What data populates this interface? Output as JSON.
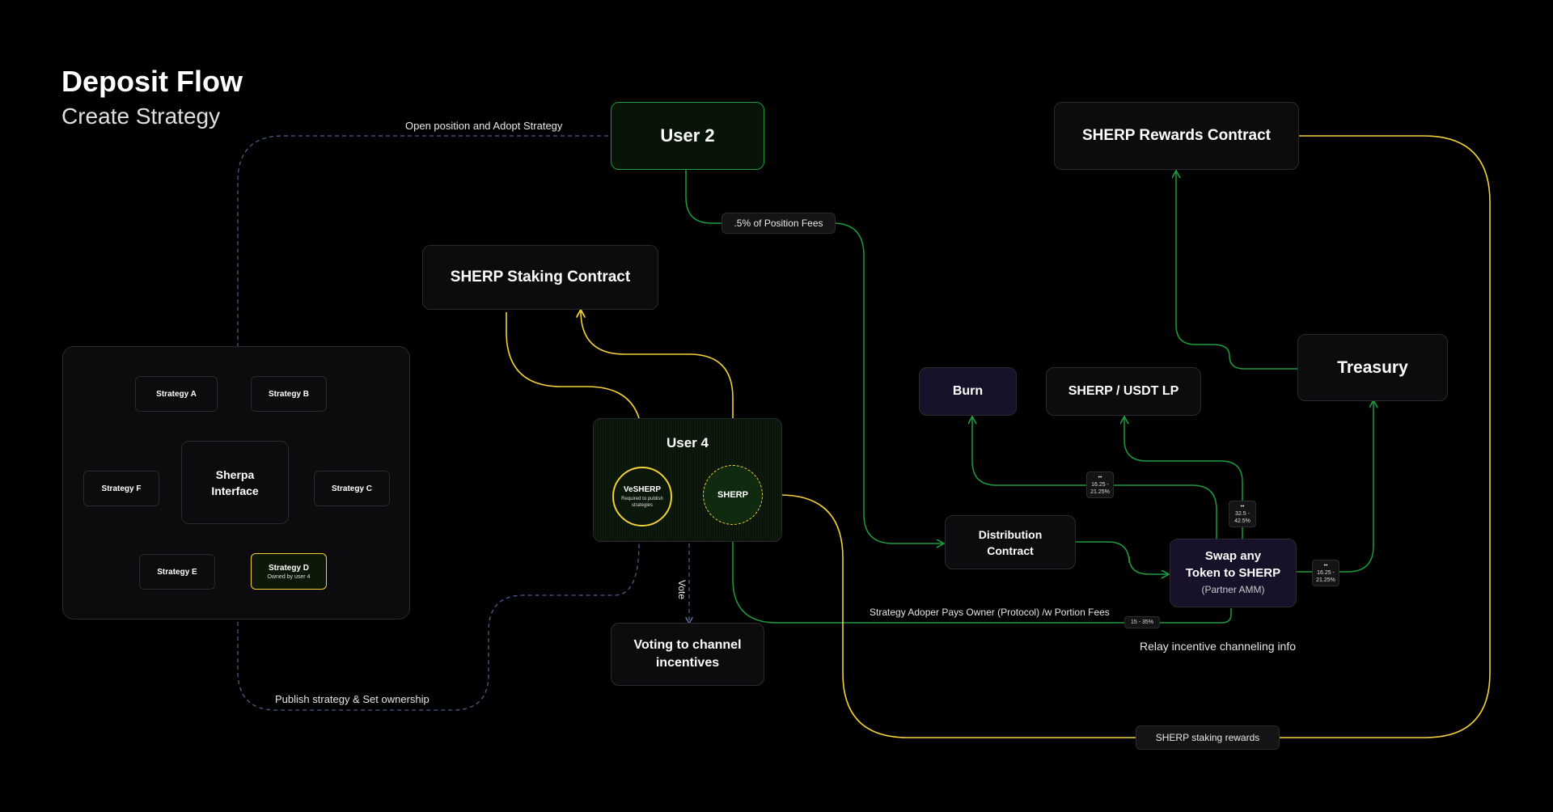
{
  "title": "Deposit Flow",
  "subtitle": "Create Strategy",
  "nodes": {
    "user2": "User 2",
    "sherp_rewards": "SHERP Rewards Contract",
    "sherp_staking": "SHERP Staking Contract",
    "treasury": "Treasury",
    "burn": "Burn",
    "sherp_usdt_lp": "SHERP / USDT LP",
    "distribution_line1": "Distribution",
    "distribution_line2": "Contract",
    "swap_line1": "Swap any",
    "swap_line2": "Token to SHERP",
    "swap_sub": "(Partner AMM)",
    "user4": "User 4",
    "vesherp": "VeSHERP",
    "vesherp_sub": "Required to publish strategies",
    "sherp_token": "SHERP",
    "voting_line1": "Voting to channel",
    "voting_line2": "incentives",
    "sherpa_line1": "Sherpa",
    "sherpa_line2": "Interface"
  },
  "strategies": {
    "a": "Strategy A",
    "b": "Strategy B",
    "c": "Strategy C",
    "d": "Strategy D",
    "d_sub": "Owned by user 4",
    "e": "Strategy E",
    "f": "Strategy F"
  },
  "labels": {
    "open_position": "Open position and Adopt Strategy",
    "position_fees": ".5% of Position Fees",
    "publish": "Publish strategy & Set ownership",
    "vote": "Vote",
    "adopter_pays": "Strategy Adoper Pays Owner (Protocol) /w Portion Fees",
    "relay": "Relay incentive channeling info",
    "staking_rewards": "SHERP staking rewards"
  },
  "percentages": {
    "burn": [
      "••",
      "16.25 -",
      "21.25%"
    ],
    "lp": [
      "••",
      "32.5 -",
      "42.5%"
    ],
    "treasury": [
      "••",
      "16.25 -",
      "21.25%"
    ],
    "owner": "15 - 35%"
  },
  "colors": {
    "green": "#1f9a3c",
    "yellow": "#f2d03a",
    "dashed": "#4a5d8a",
    "panel": "#0c0c0e"
  }
}
